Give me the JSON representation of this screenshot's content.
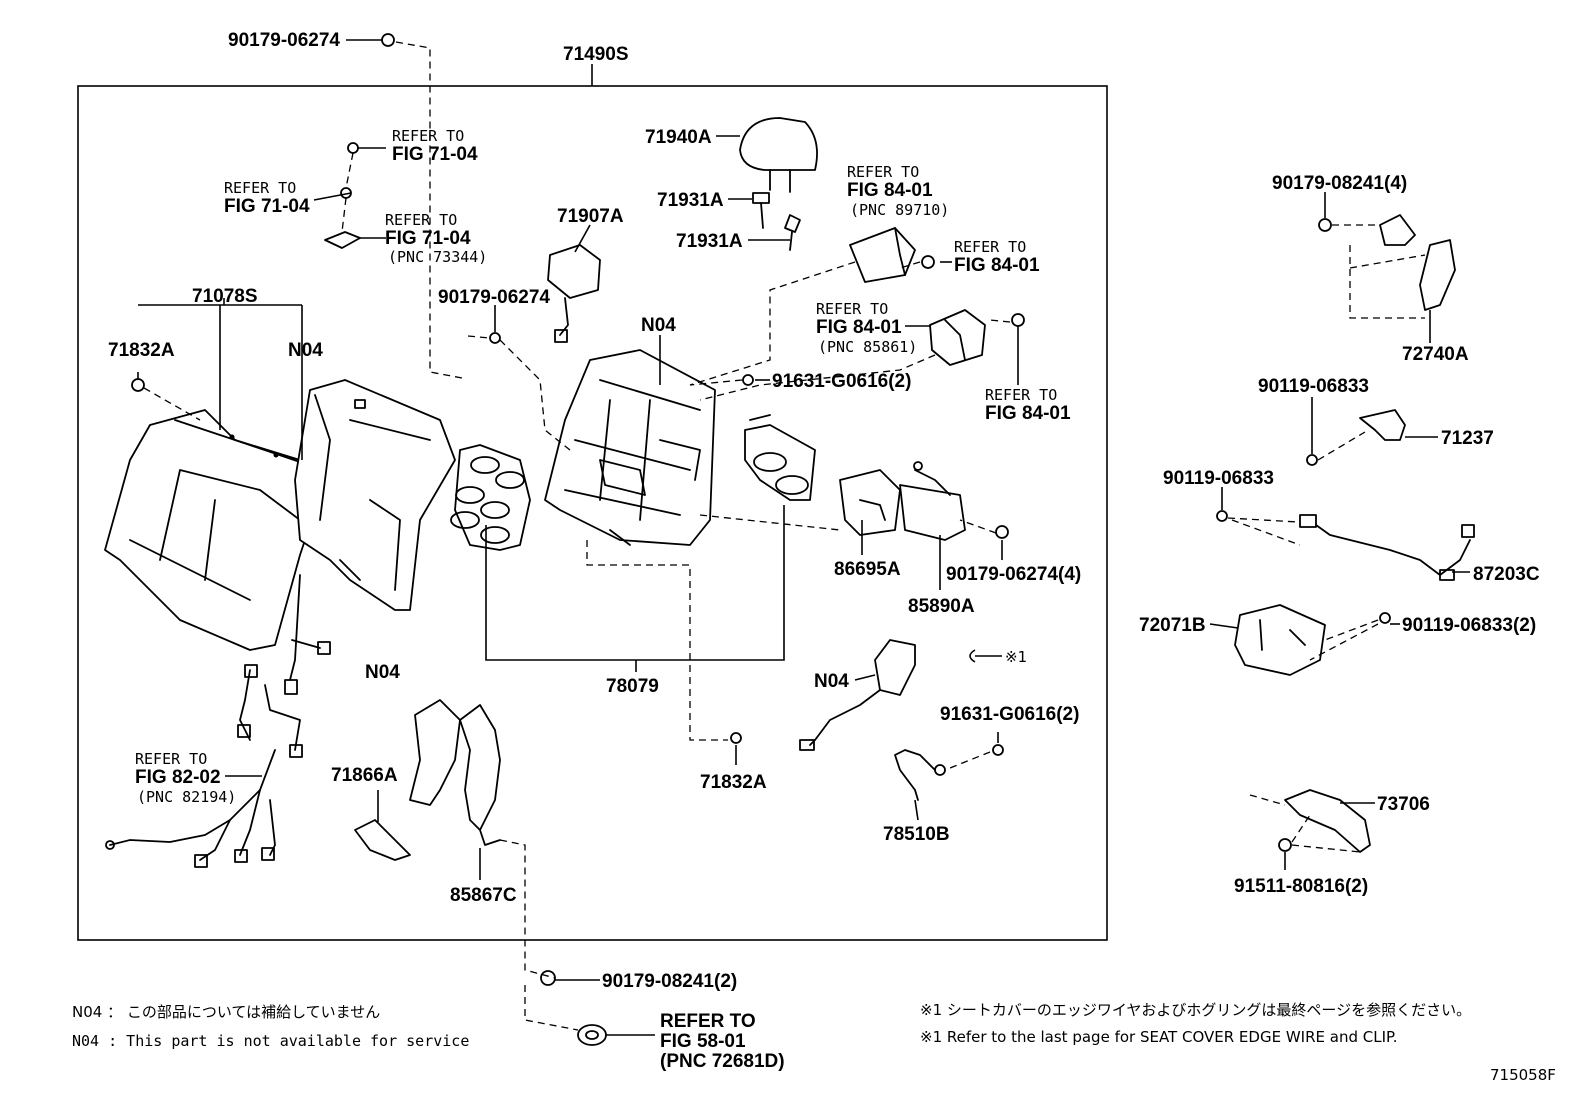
{
  "diagram": {
    "callouts": {
      "c_71490S": "71490S",
      "c_90179_06274_top": "90179-06274",
      "c_refer_a1": "REFER TO",
      "c_refer_a2": "FIG 71-04",
      "c_refer_b1": "REFER TO",
      "c_refer_b2": "FIG 71-04",
      "c_refer_c1": "REFER TO",
      "c_refer_c2": "FIG 71-04",
      "c_refer_c3": "(PNC 73344)",
      "c_71078S": "71078S",
      "c_71832A_left": "71832A",
      "c_N04_a": "N04",
      "c_71940A": "71940A",
      "c_71931A_1": "71931A",
      "c_71931A_2": "71931A",
      "c_71907A": "71907A",
      "c_90179_06274_mid": "90179-06274",
      "c_N04_b": "N04",
      "c_refer_d1": "REFER TO",
      "c_refer_d2": "FIG 84-01",
      "c_refer_d3": "(PNC 89710)",
      "c_refer_e1": "REFER TO",
      "c_refer_e2": "FIG 84-01",
      "c_refer_f1": "REFER TO",
      "c_refer_f2": "FIG 84-01",
      "c_refer_f3": "(PNC 85861)",
      "c_refer_g1": "REFER TO",
      "c_refer_g2": "FIG 84-01",
      "c_91631_G0616_a": "91631-G0616(2)",
      "c_86695A": "86695A",
      "c_85890A": "85890A",
      "c_90179_06274_4": "90179-06274(4)",
      "c_78079": "78079",
      "c_N04_c": "N04",
      "c_N04_d": "N04",
      "c_star1_mark": "※1",
      "c_91631_G0616_b": "91631-G0616(2)",
      "c_78510B": "78510B",
      "c_71832A_bottom": "71832A",
      "c_refer_h1": "REFER TO",
      "c_refer_h2": "FIG 82-02",
      "c_refer_h3": "(PNC 82194)",
      "c_71866A": "71866A",
      "c_85867C": "85867C",
      "c_90179_08241_2": "90179-08241(2)",
      "c_refer_i1": "REFER TO",
      "c_refer_i2": "FIG 58-01",
      "c_refer_i3": "(PNC 72681D)",
      "c_90179_08241_4": "90179-08241(4)",
      "c_72740A": "72740A",
      "c_90119_06833_a": "90119-06833",
      "c_71237": "71237",
      "c_90119_06833_b": "90119-06833",
      "c_87203C": "87203C",
      "c_72071B": "72071B",
      "c_90119_06833_2": "90119-06833(2)",
      "c_73706": "73706",
      "c_91511_80816_2": "91511-80816(2)"
    },
    "notes": {
      "n04_jp": "N04 ： この部品については補給していません",
      "n04_en": "N04 : This part is not available for service",
      "star_jp": "※1  シートカバーのエッジワイヤおよびホグリングは最終ページを参照ください。",
      "star_en": "※1  Refer to the last page for SEAT COVER EDGE WIRE and CLIP."
    },
    "figure_id": "715058F"
  }
}
